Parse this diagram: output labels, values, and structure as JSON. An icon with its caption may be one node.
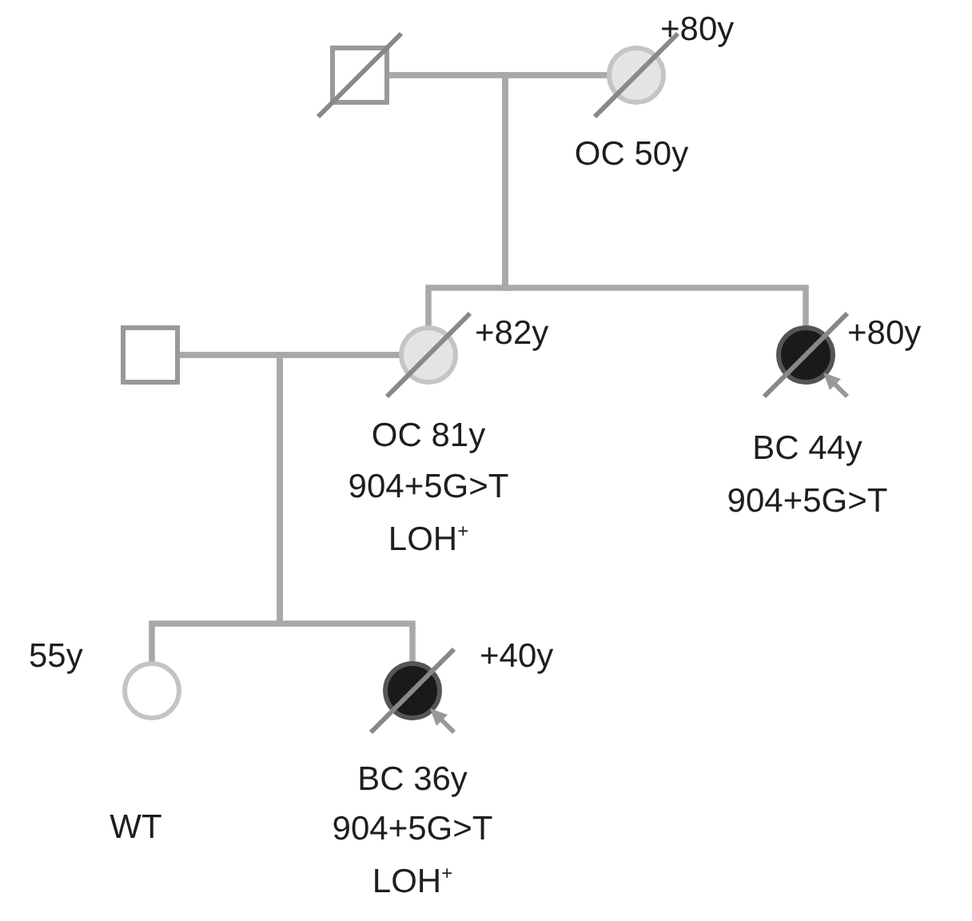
{
  "diagram": {
    "nodes": [
      {
        "text": [],
        "shape": "box"
      },
      {
        "text": [],
        "shape": "circle",
        "beside": [
          "+80y",
          "OC 50y"
        ]
      },
      {
        "text": [],
        "shape": "box"
      },
      {
        "text": [],
        "shape": "circle",
        "beside": [
          "+82y",
          "OC 81y",
          "904+5G>T",
          "LOH$^{+}$"
        ]
      },
      {
        "text": [],
        "shape": "circle",
        "beside": [
          "+80y",
          "BC 44y",
          "904+5G>T"
        ]
      },
      {
        "text": [],
        "shape": "circle",
        "beside": [
          "55y",
          "WT"
        ]
      },
      {
        "text": [],
        "shape": "circle",
        "beside": [
          "+40y",
          "BC 36y",
          "904+5G>T",
          "LOH$^{+}$"
        ]
      }
    ],
    "edges": [
      {
        "from": 0,
        "to": 1,
        "arrow": "none"
      },
      {
        "from": 0,
        "to": 3,
        "arrow": "none"
      },
      {
        "from": 1,
        "to": 3,
        "arrow": "none"
      },
      {
        "from": 0,
        "to": 4,
        "arrow": "none"
      },
      {
        "from": 1,
        "to": 4,
        "arrow": "none"
      },
      {
        "from": 2,
        "to": 3,
        "arrow": "none"
      },
      {
        "from": 2,
        "to": 5,
        "arrow": "none"
      },
      {
        "from": 3,
        "to": 5,
        "arrow": "none"
      },
      {
        "from": 2,
        "to": 6,
        "arrow": "none"
      },
      {
        "from": 3,
        "to": 6,
        "arrow": "none"
      }
    ]
  }
}
